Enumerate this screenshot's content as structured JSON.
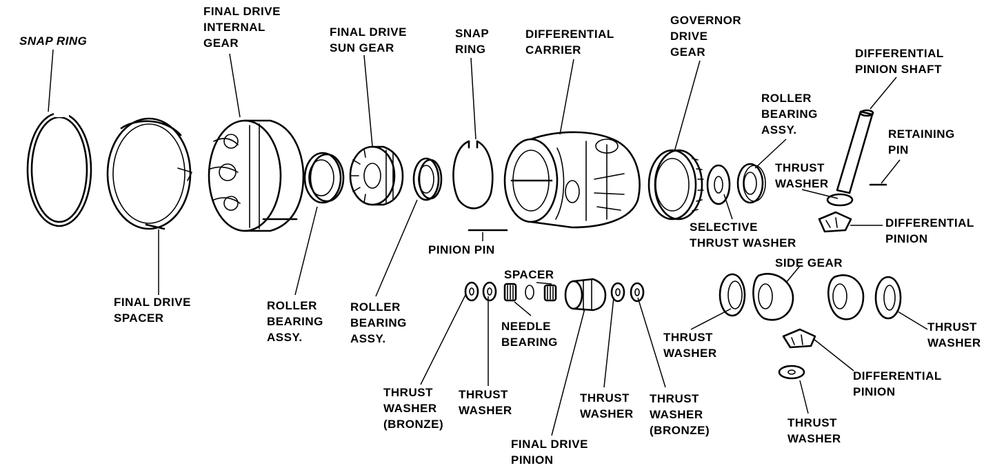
{
  "diagram": {
    "labels": {
      "snap_ring_left": [
        "SNAP RING"
      ],
      "final_drive_internal_gear": [
        "FINAL DRIVE",
        "INTERNAL",
        "GEAR"
      ],
      "final_drive_sun_gear": [
        "FINAL DRIVE",
        "SUN GEAR"
      ],
      "snap_ring_mid": [
        "SNAP",
        "RING"
      ],
      "differential_carrier": [
        "DIFFERENTIAL",
        "CARRIER"
      ],
      "governor_drive_gear": [
        "GOVERNOR",
        "DRIVE",
        "GEAR"
      ],
      "differential_pinion_shaft": [
        "DIFFERENTIAL",
        "PINION SHAFT"
      ],
      "roller_bearing_assy_right": [
        "ROLLER",
        "BEARING",
        "ASSY."
      ],
      "retaining_pin": [
        "RETAINING",
        "PIN"
      ],
      "thrust_washer_upper_right": [
        "THRUST",
        "WASHER"
      ],
      "differential_pinion_upper": [
        "DIFFERENTIAL",
        "PINION"
      ],
      "selective_thrust_washer": [
        "SELECTIVE",
        "THRUST WASHER"
      ],
      "pinion_pin": [
        "PINION PIN"
      ],
      "final_drive_spacer": [
        "FINAL DRIVE",
        "SPACER"
      ],
      "roller_bearing_assy_1": [
        "ROLLER",
        "BEARING",
        "ASSY."
      ],
      "roller_bearing_assy_2": [
        "ROLLER",
        "BEARING",
        "ASSY."
      ],
      "spacer": [
        "SPACER"
      ],
      "needle_bearing": [
        "NEEDLE",
        "BEARING"
      ],
      "side_gear": [
        "SIDE GEAR"
      ],
      "thrust_washer_side_left": [
        "THRUST",
        "WASHER"
      ],
      "thrust_washer_side_right": [
        "THRUST",
        "WASHER"
      ],
      "differential_pinion_lower": [
        "DIFFERENTIAL",
        "PINION"
      ],
      "thrust_washer_bottom": [
        "THRUST",
        "WASHER"
      ],
      "thrust_washer_bronze_left": [
        "THRUST",
        "WASHER",
        "(BRONZE)"
      ],
      "thrust_washer_pinion_left": [
        "THRUST",
        "WASHER"
      ],
      "thrust_washer_pinion_right": [
        "THRUST",
        "WASHER"
      ],
      "thrust_washer_bronze_right": [
        "THRUST",
        "WASHER",
        "(BRONZE)"
      ],
      "final_drive_pinion": [
        "FINAL DRIVE",
        "PINION"
      ]
    }
  }
}
